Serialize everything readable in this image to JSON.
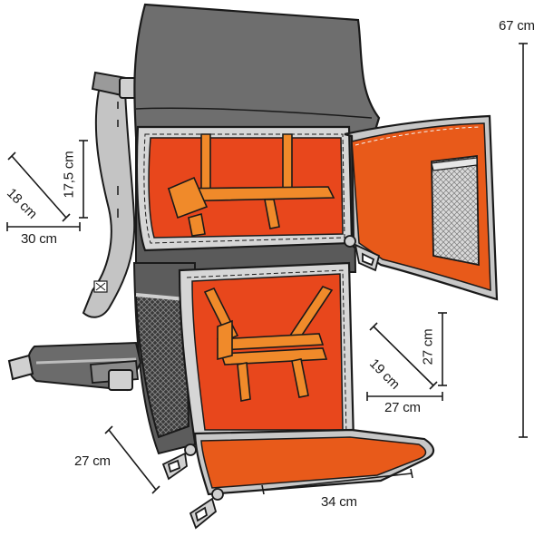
{
  "dimensions": {
    "total_height": "67 cm",
    "top_compartment_height": "17,5 cm",
    "top_compartment_depth": "18 cm",
    "top_compartment_width": "30 cm",
    "bottom_compartment_height": "27 cm",
    "bottom_compartment_depth": "19 cm",
    "bottom_compartment_width": "27 cm",
    "bottom_depth_front": "27 cm",
    "bottom_panel_width": "34 cm"
  },
  "colors": {
    "body_gray": "#6b6b6b",
    "dark_gray": "#4a4a4a",
    "light_gray": "#c9c9c9",
    "strap_gray": "#b8b8b8",
    "interior_orange": "#e8471c",
    "divider_orange": "#f08a2a",
    "flap_orange": "#e85a1a",
    "outline": "#1a1a1a"
  }
}
